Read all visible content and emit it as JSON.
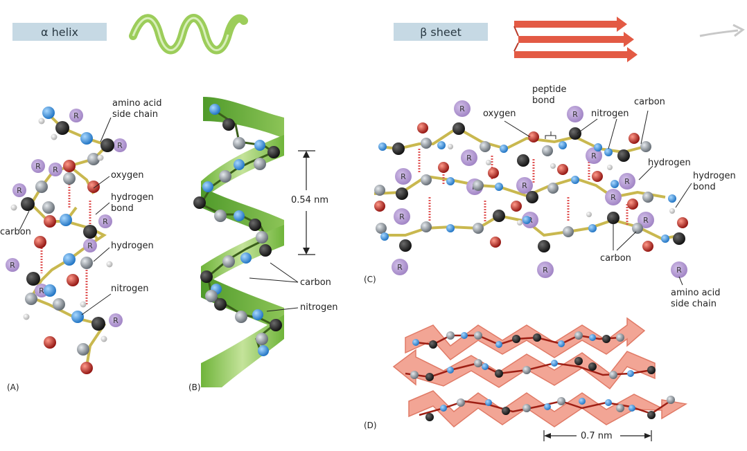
{
  "header": {
    "alpha_label": "α helix",
    "beta_label": "β sheet"
  },
  "panels": {
    "a": "(A)",
    "b": "(B)",
    "c": "(C)",
    "d": "(D)"
  },
  "labels_a": {
    "side_chain": "amino acid\nside chain",
    "oxygen": "oxygen",
    "h_bond": "hydrogen\nbond",
    "carbon": "carbon",
    "hydrogen": "hydrogen",
    "nitrogen": "nitrogen"
  },
  "labels_b": {
    "distance": "0.54 nm",
    "carbon": "carbon",
    "nitrogen": "nitrogen"
  },
  "labels_c": {
    "peptide_bond": "peptide\nbond",
    "oxygen": "oxygen",
    "nitrogen": "nitrogen",
    "carbon_top": "carbon",
    "hydrogen": "hydrogen",
    "h_bond": "hydrogen\nbond",
    "carbon_bottom": "carbon",
    "side_chain": "amino acid\nside chain"
  },
  "labels_d": {
    "distance": "0.7 nm"
  },
  "atom_symbol": "R",
  "colors": {
    "carbon_black": "#1e1e1e",
    "carbon_grey": "#8c949c",
    "nitrogen": "#2f8fe0",
    "oxygen": "#c8211e",
    "hydrogen": "#f2f2f2",
    "side_chain": "#b79bd4",
    "helix_ribbon": "#9ccd5a",
    "sheet_arrow": "#e8705a",
    "hbond": "#e05555",
    "label_box": "#c6d9e4"
  }
}
